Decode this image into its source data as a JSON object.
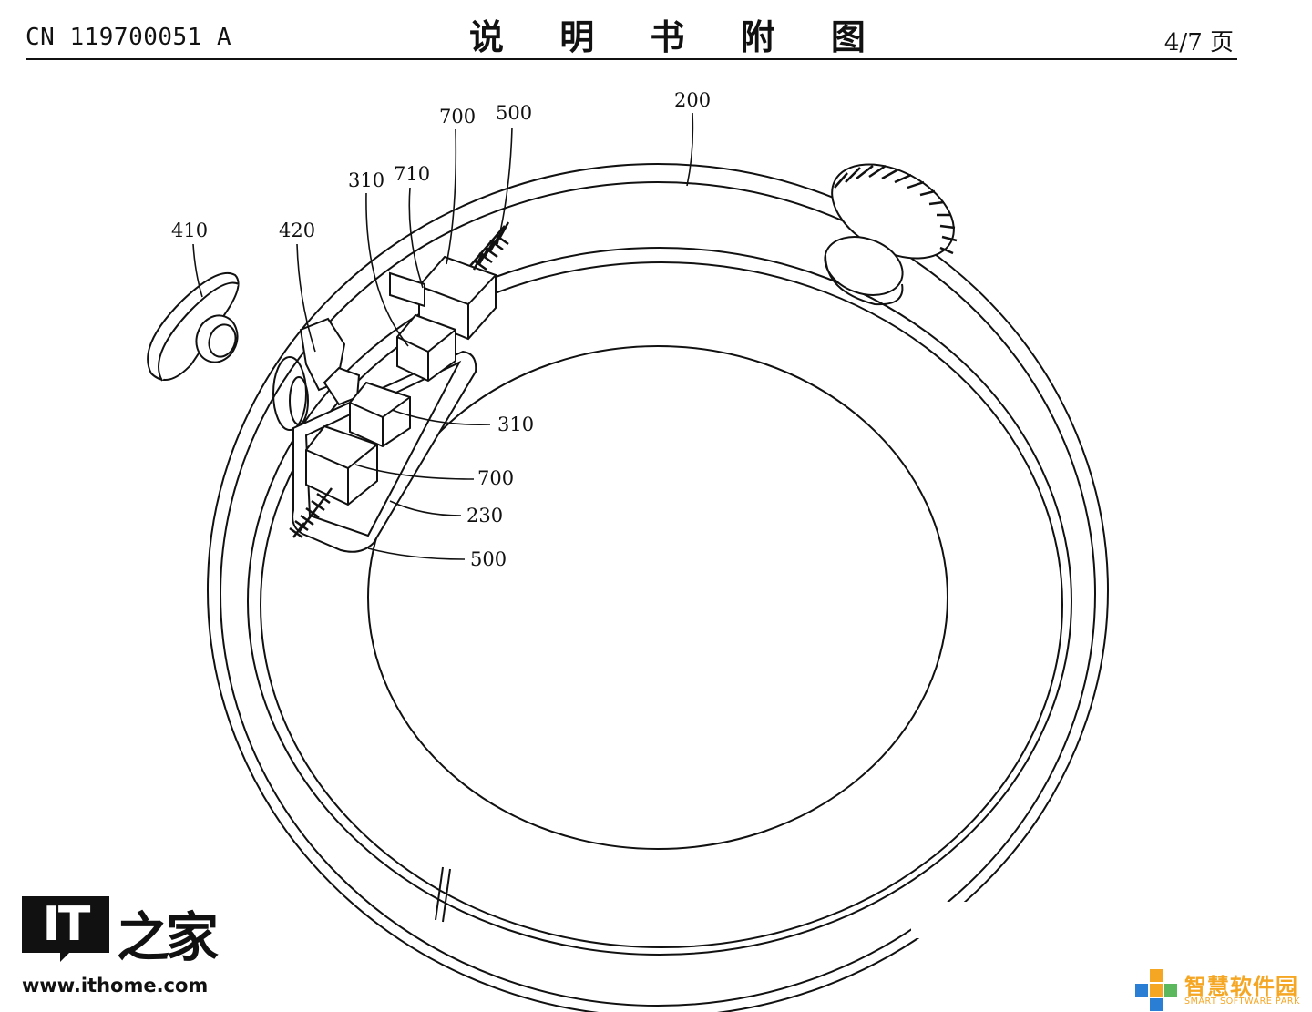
{
  "header": {
    "patent_number": "CN 119700051 A",
    "title": "说 明 书 附 图",
    "page": "4/7 页"
  },
  "labels": {
    "l200": "200",
    "l700_top": "700",
    "l500_top": "500",
    "l710": "710",
    "l310_top": "310",
    "l410": "410",
    "l420": "420",
    "l310_right": "310",
    "l700_right": "700",
    "l230": "230",
    "l500_bottom": "500"
  },
  "watermarks": {
    "ithome_logo": "IT",
    "ithome_chars": "之家",
    "ithome_url": "www.ithome.com",
    "ssp_name": "智慧软件园",
    "ssp_sub": "SMART SOFTWARE PARK"
  },
  "colors": {
    "line": "#111111",
    "ssp_orange": "#f5a623",
    "ssp_blue": "#2a7fd4",
    "ssp_green": "#5cb85c"
  }
}
